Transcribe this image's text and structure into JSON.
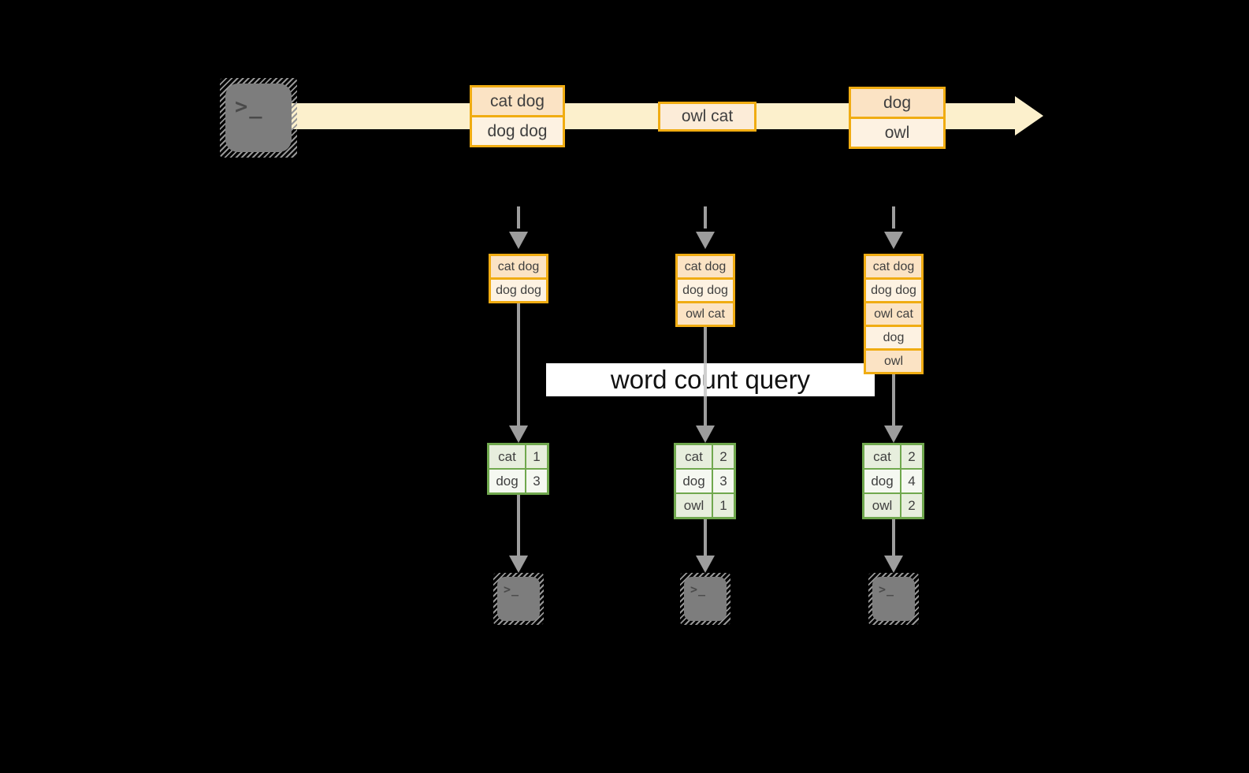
{
  "query": {
    "label": "word count query"
  },
  "terminal_glyph": ">_",
  "colors": {
    "background": "#000000",
    "stream_band": "#fcf0cc",
    "box_border_gold": "#f0ac12",
    "box_fill_peach": "#fbe3c4",
    "box_fill_mid": "#fcecd8",
    "box_fill_cream": "#fdf2e2",
    "arrow_gray": "#9d9d9d",
    "table_border_green": "#70a84e",
    "table_cell_green_dark": "#e7eedd",
    "table_cell_green_light": "#f5f8f1",
    "terminal_fill": "#7d7d7d",
    "label_text": "#3f3f3f"
  },
  "stream": {
    "source_icon": "terminal-icon",
    "batches": [
      {
        "rows": [
          {
            "text": "cat dog",
            "tone": "peach"
          },
          {
            "text": "dog dog",
            "tone": "cream"
          }
        ]
      },
      {
        "rows": [
          {
            "text": "owl cat",
            "tone": "mid"
          }
        ]
      },
      {
        "rows": [
          {
            "text": "dog",
            "tone": "peach"
          },
          {
            "text": "owl",
            "tone": "cream"
          }
        ]
      }
    ]
  },
  "columns": [
    {
      "batch_rows": [
        "cat dog",
        "dog dog"
      ],
      "result_rows": [
        {
          "word": "cat",
          "count": "1"
        },
        {
          "word": "dog",
          "count": "3"
        }
      ],
      "sink_icon": "terminal-icon"
    },
    {
      "batch_rows": [
        "cat dog",
        "dog dog",
        "owl cat"
      ],
      "result_rows": [
        {
          "word": "cat",
          "count": "2"
        },
        {
          "word": "dog",
          "count": "3"
        },
        {
          "word": "owl",
          "count": "1"
        }
      ],
      "sink_icon": "terminal-icon"
    },
    {
      "batch_rows": [
        "cat dog",
        "dog dog",
        "owl cat",
        "dog",
        "owl"
      ],
      "result_rows": [
        {
          "word": "cat",
          "count": "2"
        },
        {
          "word": "dog",
          "count": "4"
        },
        {
          "word": "owl",
          "count": "2"
        }
      ],
      "sink_icon": "terminal-icon"
    }
  ]
}
